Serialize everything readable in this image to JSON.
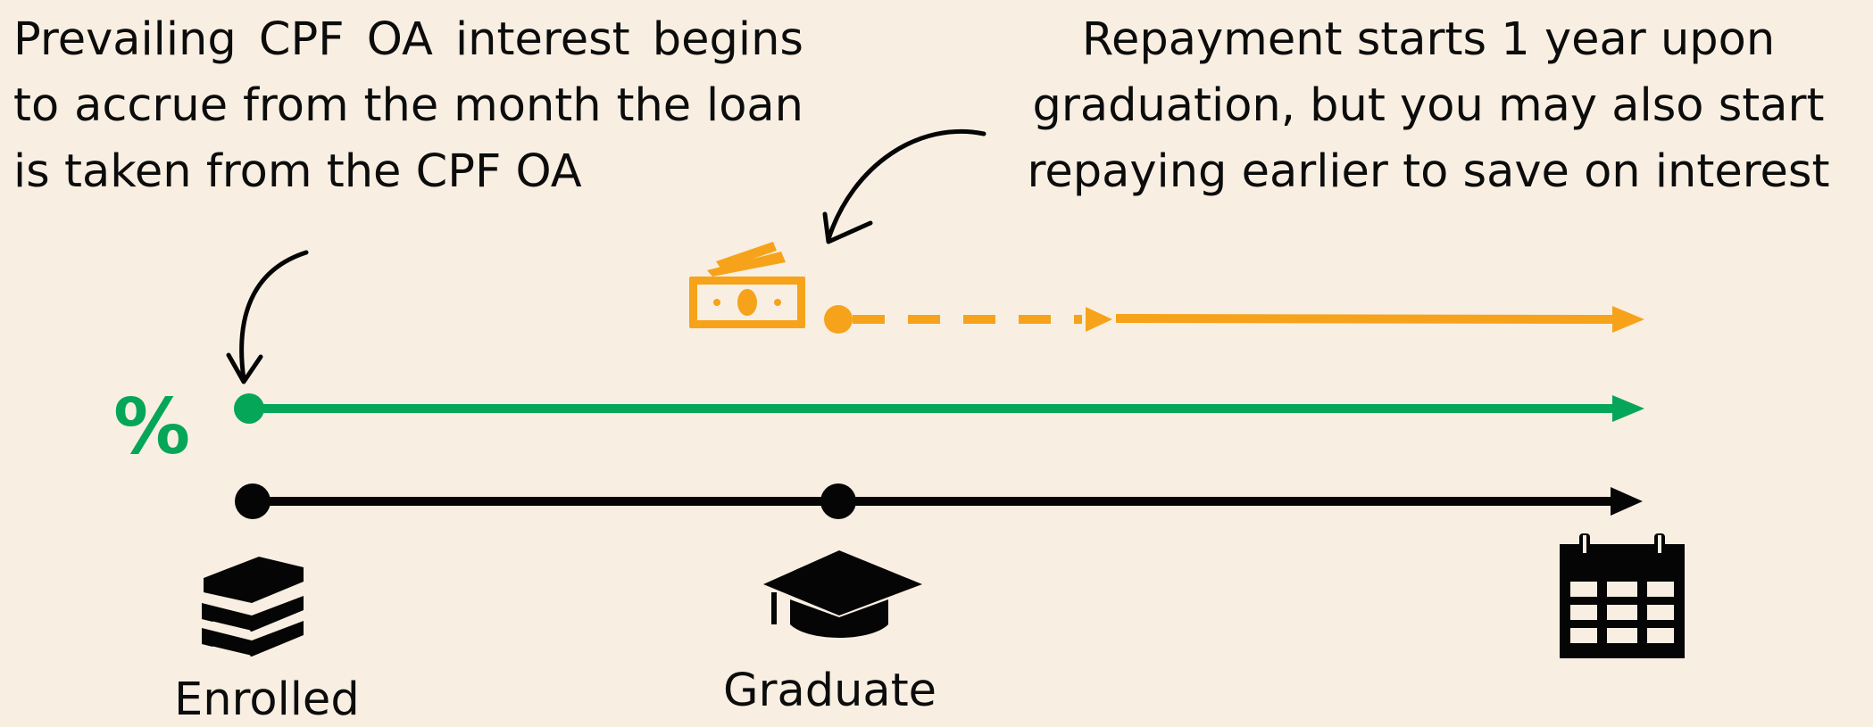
{
  "notes": {
    "interest": "Prevailing CPF OA interest begins to accrue from the month the loan is taken from the CPF OA",
    "repayment": "Repayment starts 1 year upon graduation, but you may also start repaying earlier to save on interest"
  },
  "symbols": {
    "interest": "%"
  },
  "labels": {
    "enrolled": "Enrolled",
    "graduate": "Graduate"
  },
  "icons": {
    "repayment": "money-icon",
    "enrolled": "books-icon",
    "graduate": "graduation-cap-icon",
    "end": "calendar-icon"
  },
  "colors": {
    "background": "#f8efe2",
    "repayment": "#f6a31b",
    "interest": "#06a659",
    "timeline": "#050505"
  }
}
